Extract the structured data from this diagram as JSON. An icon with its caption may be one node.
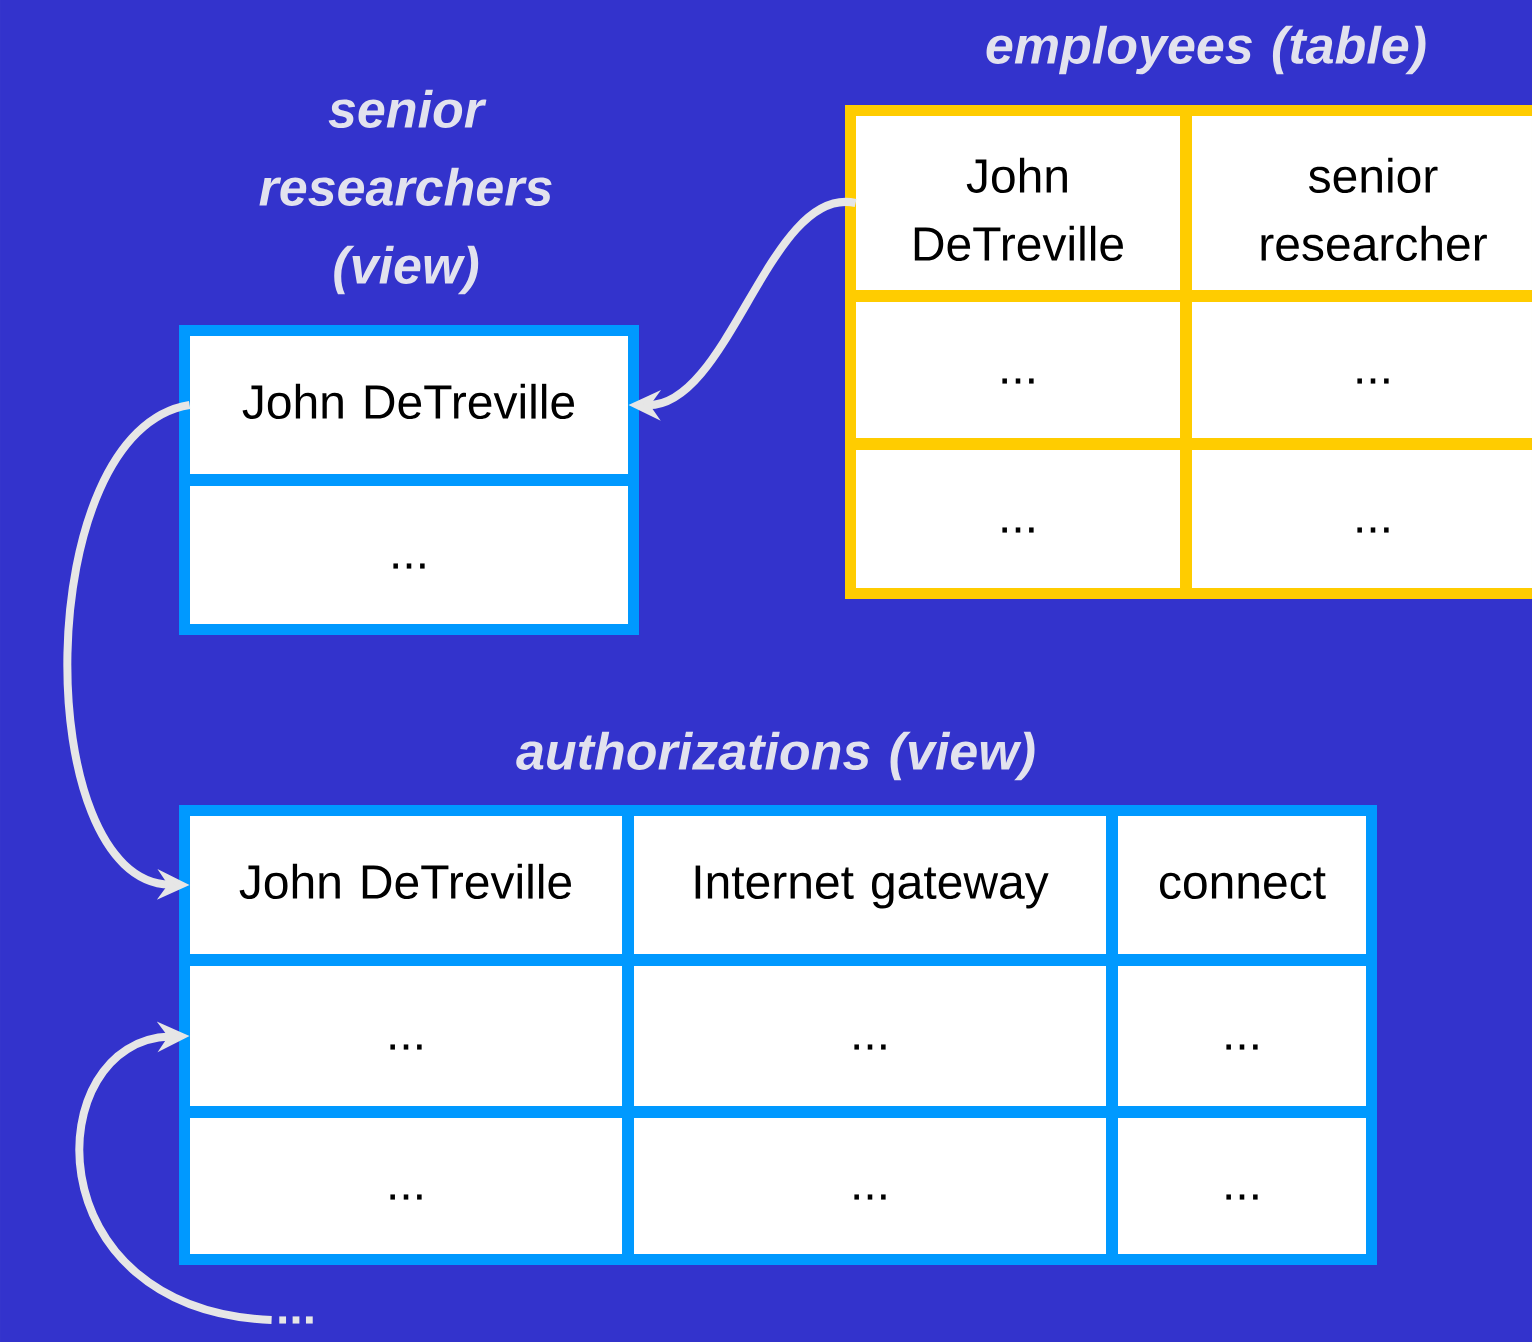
{
  "diagram": {
    "nodes": [
      {
        "text": [
          "employees (table)"
        ]
      },
      {
        "text": [
          "John DeTreville"
        ],
        "in": 0
      },
      {
        "text": [
          "senior researcher"
        ],
        "in": 0
      },
      {
        "text": [
          "..."
        ],
        "in": 0
      },
      {
        "text": [
          "..."
        ],
        "in": 0
      },
      {
        "text": [
          "..."
        ],
        "in": 0
      },
      {
        "text": [
          "..."
        ],
        "in": 0
      },
      {
        "text": [
          "senior researchers (view)"
        ]
      },
      {
        "text": [
          "John DeTreville"
        ],
        "in": 7
      },
      {
        "text": [
          "..."
        ],
        "in": 7
      },
      {
        "text": [
          "authorizations (view)"
        ]
      },
      {
        "text": [
          "John DeTreville"
        ],
        "in": 10
      },
      {
        "text": [
          "Internet gateway"
        ],
        "in": 10
      },
      {
        "text": [
          "connect"
        ],
        "in": 10
      },
      {
        "text": [
          "..."
        ],
        "in": 10
      },
      {
        "text": [
          "..."
        ],
        "in": 10
      },
      {
        "text": [
          "..."
        ],
        "in": 10
      },
      {
        "text": [
          "..."
        ],
        "in": 10
      },
      {
        "text": [
          "..."
        ],
        "in": 10
      },
      {
        "text": [
          "..."
        ],
        "in": 10
      },
      {
        "text": [
          "..."
        ]
      }
    ],
    "edges": [
      {
        "from": 1,
        "to": 8,
        "arrow": "to"
      },
      {
        "from": 8,
        "to": 11,
        "arrow": "to"
      },
      {
        "from": 20,
        "to": 14,
        "arrow": "to"
      }
    ]
  }
}
